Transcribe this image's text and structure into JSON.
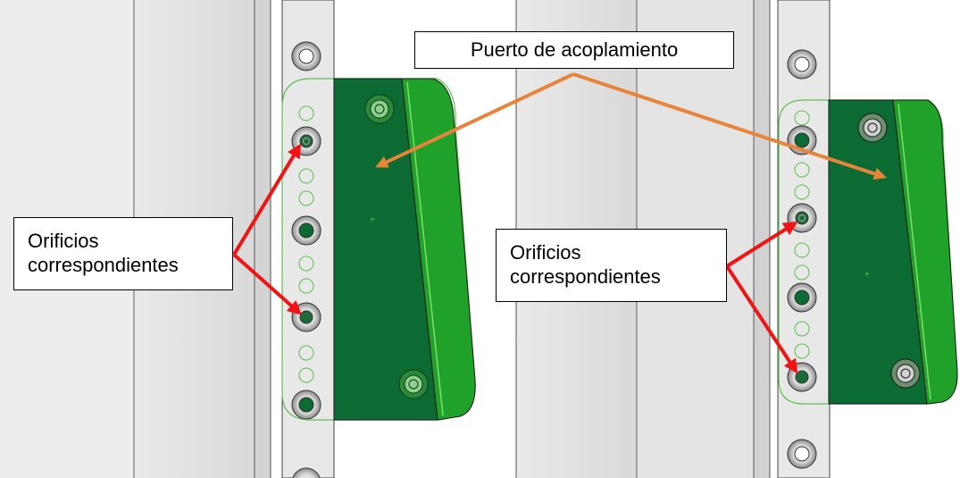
{
  "callouts": {
    "docking_port": "Puerto de acoplamiento",
    "holes_left": [
      "Orificios",
      "correspondientes"
    ],
    "holes_right": [
      "Orificios",
      "correspondientes"
    ]
  },
  "colors": {
    "plate_green": "#0b6b33",
    "edge_green": "#1fa12a",
    "outline_green": "#5ac24a",
    "arrow_orange": "#e8843a",
    "arrow_red": "#f01414",
    "rail_gray": "#e6e6e6",
    "column_gray": "#dedede"
  },
  "icons": {
    "screw": "screw-head-icon",
    "hole": "hole-icon"
  }
}
